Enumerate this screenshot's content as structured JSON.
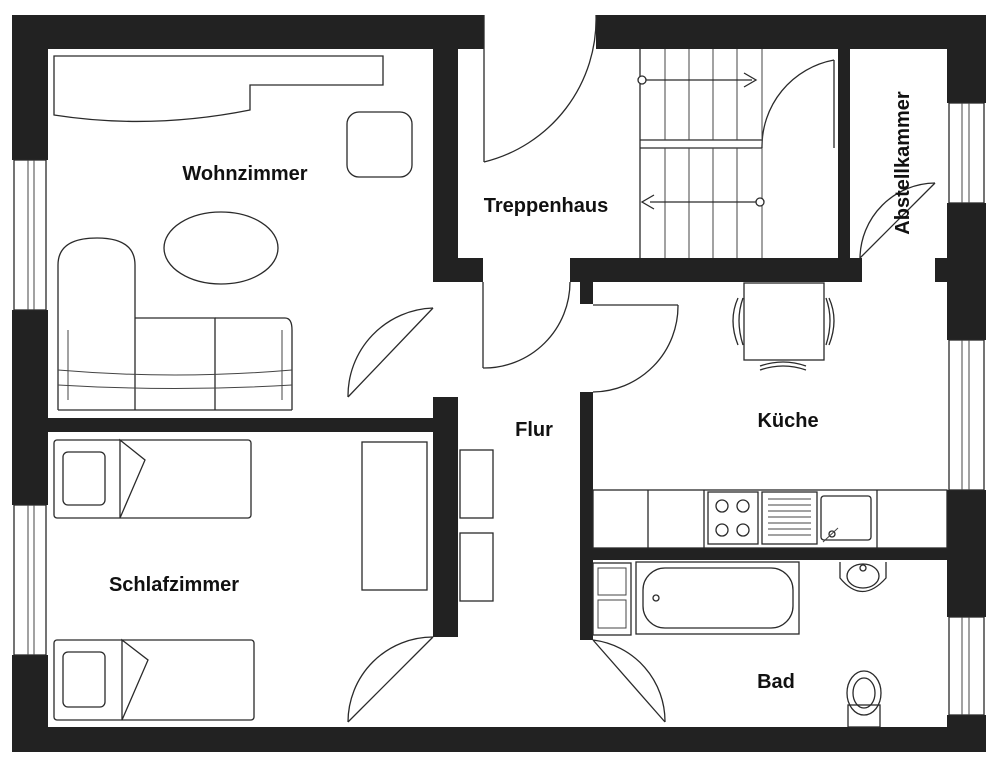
{
  "rooms": {
    "wohnzimmer": "Wohnzimmer",
    "treppenhaus": "Treppenhaus",
    "abstellkammer": "Abstellkammer",
    "flur": "Flur",
    "kueche": "Küche",
    "schlafzimmer": "Schlafzimmer",
    "bad": "Bad"
  }
}
